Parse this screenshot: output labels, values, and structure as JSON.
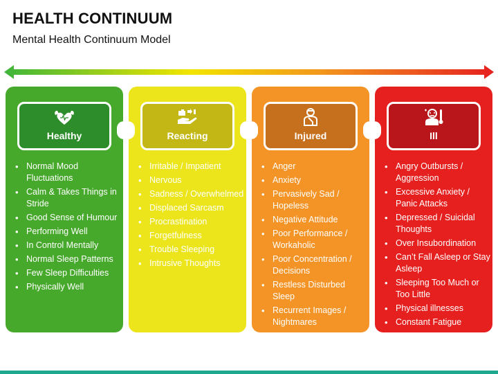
{
  "header": {
    "title": "HEALTH CONTINUUM",
    "subtitle": "Mental Health Continuum Model"
  },
  "columns": [
    {
      "label": "Healthy",
      "icon": "flexing-heart-icon",
      "color": "#47a92c",
      "header_color": "#2d8d2a",
      "items": [
        "Normal Mood Fluctuations",
        "Calm & Takes Things in Stride",
        "Good Sense of Humour",
        "Performing Well",
        "In Control Mentally",
        "Normal Sleep Patterns",
        "Few Sleep Difficulties",
        "Physically Well"
      ]
    },
    {
      "label": "Reacting",
      "icon": "helping-hand-icon",
      "color": "#ece51c",
      "header_color": "#c2b714",
      "items": [
        "Irritable / Impatient",
        "Nervous",
        "Sadness / Overwhelmed",
        "Displaced Sarcasm",
        "Procrastination",
        "Forgetfulness",
        "Trouble Sleeping",
        "Intrusive Thoughts"
      ]
    },
    {
      "label": "Injured",
      "icon": "injured-person-icon",
      "color": "#f49426",
      "header_color": "#c66f1c",
      "items": [
        "Anger",
        "Anxiety",
        "Pervasively Sad / Hopeless",
        "Negative Attitude",
        "Poor Performance / Workaholic",
        "Poor Concentration / Decisions",
        "Restless Disturbed Sleep",
        "Recurrent Images / Nightmares"
      ]
    },
    {
      "label": "Ill",
      "icon": "sick-person-thermometer-icon",
      "color": "#e5201f",
      "header_color": "#b9161b",
      "items": [
        "Angry Outbursts / Aggression",
        "Excessive Anxiety / Panic Attacks",
        "Depressed / Suicidal Thoughts",
        "Over Insubordination",
        "Can’t Fall Asleep or Stay Asleep",
        "Sleeping Too Much or Too Little",
        "Physical illnesses",
        "Constant Fatigue"
      ]
    }
  ],
  "arrow_colors": [
    "#3db53a",
    "#f2e500",
    "#f28d1f",
    "#e5201f"
  ]
}
